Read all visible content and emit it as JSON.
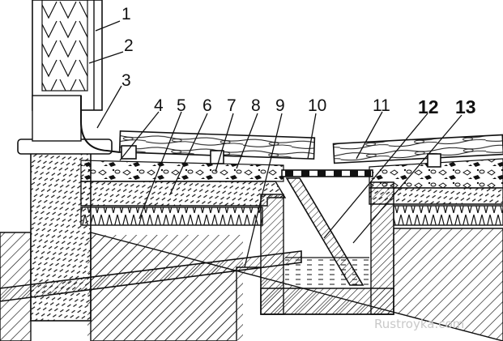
{
  "diagram": {
    "callouts": [
      {
        "id": "1",
        "text": "1"
      },
      {
        "id": "2",
        "text": "2"
      },
      {
        "id": "3",
        "text": "3"
      },
      {
        "id": "4",
        "text": "4"
      },
      {
        "id": "5",
        "text": "5"
      },
      {
        "id": "6",
        "text": "6"
      },
      {
        "id": "7",
        "text": "7"
      },
      {
        "id": "8",
        "text": "8"
      },
      {
        "id": "9",
        "text": "9"
      },
      {
        "id": "10",
        "text": "10"
      },
      {
        "id": "11",
        "text": "11"
      },
      {
        "id": "12",
        "text": "12"
      },
      {
        "id": "13",
        "text": "13"
      }
    ],
    "watermark": "Rustroyka.com"
  },
  "colors": {
    "ink": "#111111",
    "background": "#ffffff",
    "watermark": "#c9c9c9"
  }
}
